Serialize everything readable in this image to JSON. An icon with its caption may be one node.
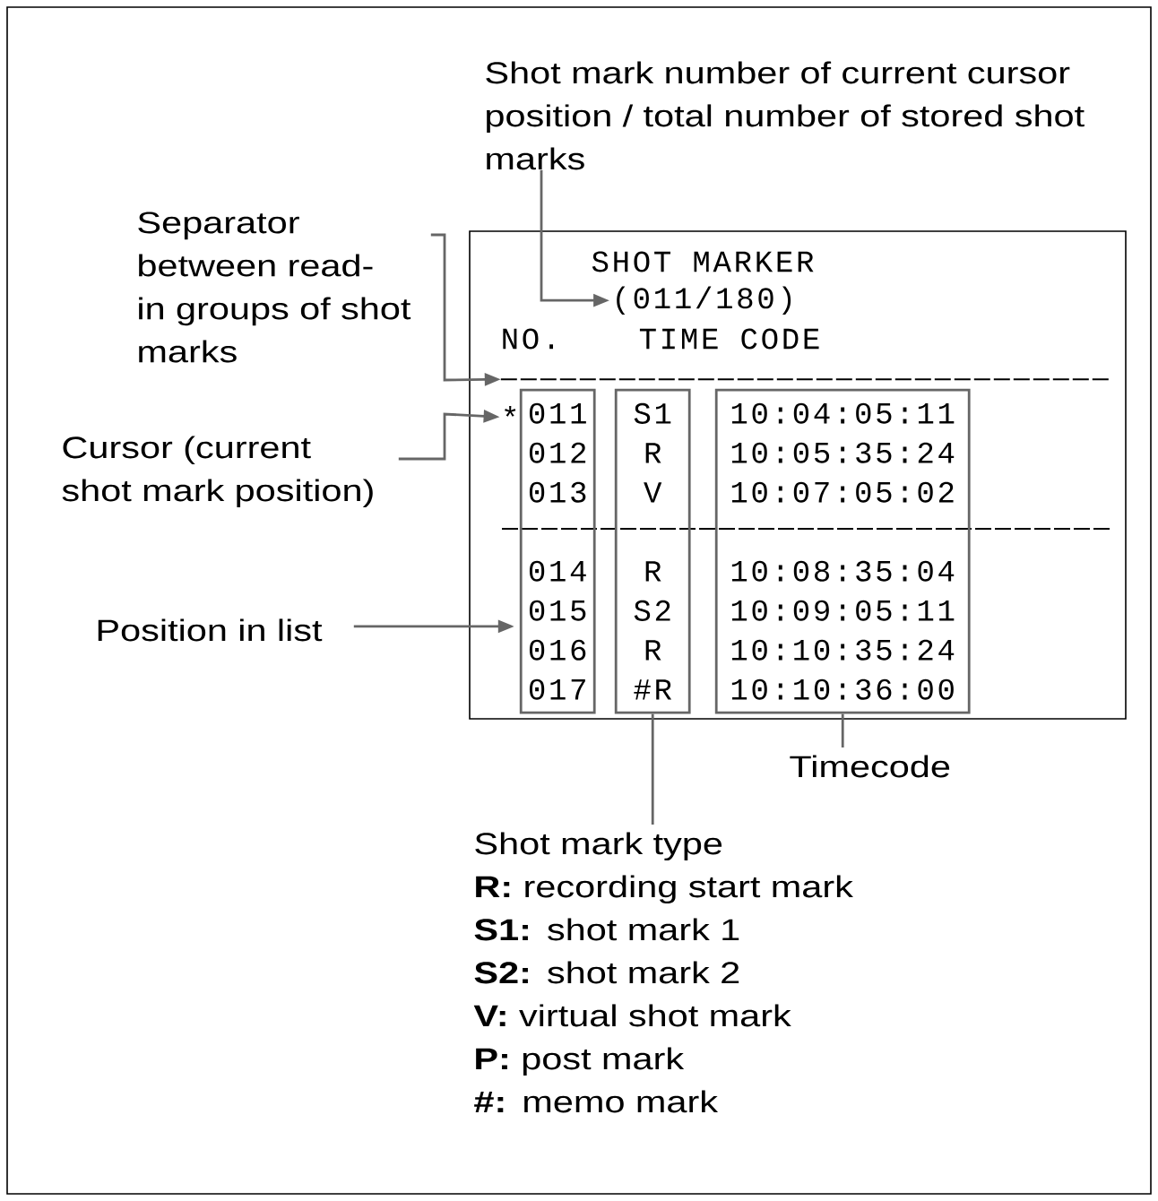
{
  "diagram": {
    "nodes": [
      {
        "text": [
          "SHOT MARKER",
          "NO.",
          "TIME CODE"
        ]
      },
      {
        "text": [
          "(011/180)"
        ],
        "in": 0
      },
      {
        "text": [
          "011",
          "012",
          "013",
          "014",
          "015",
          "016",
          "017"
        ],
        "in": 0
      },
      {
        "text": [
          "S1",
          "R",
          "V",
          "R",
          "S2",
          "R",
          "#R"
        ],
        "in": 0
      },
      {
        "text": [
          "10:04:05:11",
          "10:05:35:24",
          "10:07:05:02",
          "10:08:35:04",
          "10:09:05:11",
          "10:10:35:24",
          "10:10:36:00"
        ],
        "in": 0
      },
      {
        "text": [],
        "shape": "bar",
        "in": 0
      },
      {
        "text": [
          "*"
        ],
        "in": 0
      },
      {
        "text": [
          "Shot mark number of current cursor position / total number of stored shot marks"
        ]
      },
      {
        "text": [
          "Separator between read-in groups of shot marks"
        ]
      },
      {
        "text": [
          "Cursor (current shot mark position)"
        ]
      },
      {
        "text": [
          "Position in list"
        ]
      },
      {
        "text": [
          "Timecode"
        ]
      },
      {
        "text": [
          "Shot mark type",
          "**R:** recording start mark",
          "**S1:** shot mark 1",
          "**S2:** shot mark 2",
          "**V:** virtual shot mark",
          "**P:** post mark",
          "**#:** memo mark"
        ]
      }
    ],
    "edges": [
      {
        "from": 7,
        "to": 1,
        "arrow": "to"
      },
      {
        "from": 8,
        "to": 5,
        "arrow": "to"
      },
      {
        "from": 9,
        "to": 6,
        "arrow": "to"
      },
      {
        "from": 10,
        "to": 2,
        "arrow": "to"
      },
      {
        "from": 3,
        "to": 12,
        "arrow": "none"
      },
      {
        "from": 4,
        "to": 11,
        "arrow": "none"
      }
    ]
  }
}
